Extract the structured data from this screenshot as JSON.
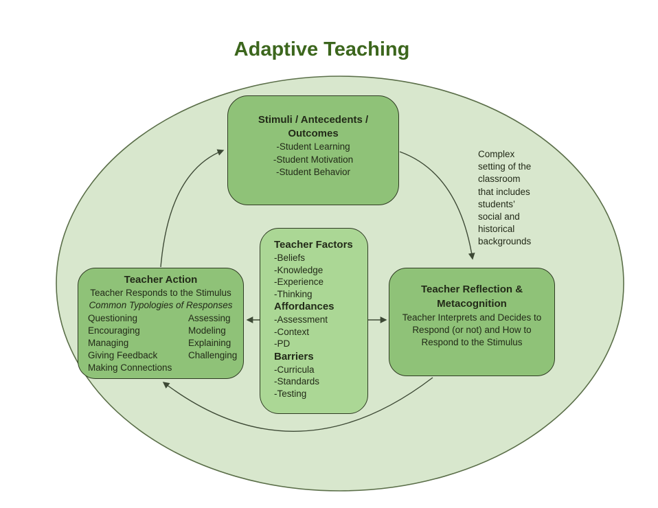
{
  "title": "Adaptive Teaching",
  "colors": {
    "title": "#3c661d",
    "ellipse_fill": "#d8e7cd",
    "ellipse_border": "#5a6e48",
    "box_fill": "#8fc278",
    "center_box_fill": "#abd795",
    "box_border": "#2e3a22",
    "text": "#222a18",
    "arrow": "#3d4935"
  },
  "boxes": {
    "stimuli": {
      "title": "Stimuli / Antecedents / Outcomes",
      "items": [
        "-Student Learning",
        "-Student Motivation",
        "-Student Behavior"
      ]
    },
    "teacher_factors": {
      "title": "Teacher Factors",
      "sections": [
        {
          "heading": "",
          "items": [
            "-Beliefs",
            "-Knowledge",
            "-Experience",
            "-Thinking"
          ]
        },
        {
          "heading": "Affordances",
          "items": [
            "-Assessment",
            "-Context",
            "-PD"
          ]
        },
        {
          "heading": "Barriers",
          "items": [
            "-Curricula",
            "-Standards",
            "-Testing"
          ]
        }
      ]
    },
    "teacher_action": {
      "title": "Teacher Action",
      "subtitle": "Teacher Responds to the Stimulus",
      "subtitle_italic": "Common Typologies of Responses",
      "left_column": [
        "Questioning",
        "Encouraging",
        "Managing",
        "Giving Feedback",
        "Making Connections"
      ],
      "right_column": [
        "Assessing",
        "Modeling",
        "Explaining",
        "Challenging"
      ]
    },
    "teacher_reflection": {
      "title": "Teacher Reflection & Metacognition",
      "body": "Teacher Interprets and Decides to Respond (or not) and How to Respond to the Stimulus"
    }
  },
  "annotations": {
    "complex_setting": "Complex setting of the classroom that includes students’ social and historical backgrounds"
  }
}
